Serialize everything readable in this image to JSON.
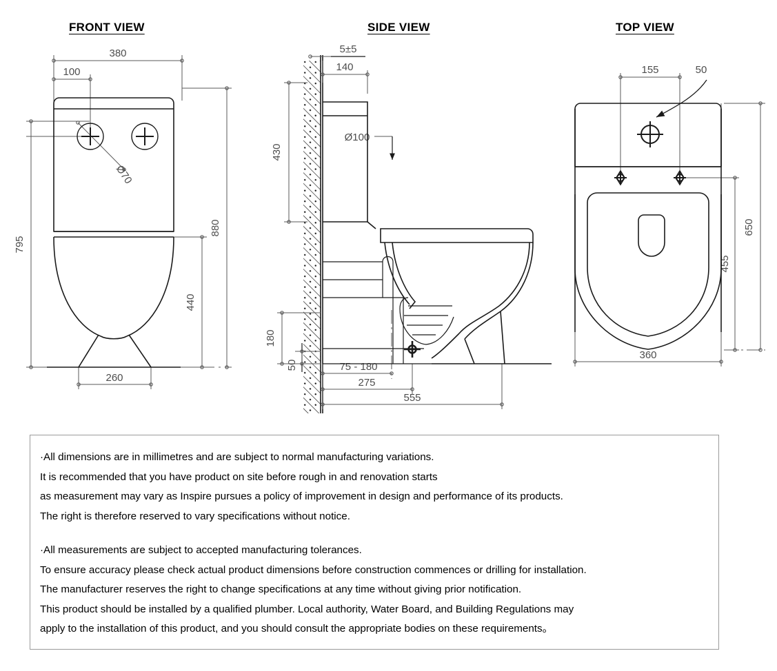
{
  "sheet": {
    "units_note": "millimetres",
    "background": "#ffffff",
    "line_color": "#000000",
    "dimension_color": "#595959"
  },
  "views": [
    {
      "id": "front",
      "title": "FRONT VIEW"
    },
    {
      "id": "side",
      "title": "SIDE VIEW"
    },
    {
      "id": "top",
      "title": "TOP VIEW"
    }
  ],
  "dimensions": {
    "front": {
      "width_overall": "380",
      "button_offset": "100",
      "button_dia": "Ø70",
      "height_overall": "795",
      "height_seat_to_top": "880",
      "bowl_height": "440",
      "foot_width": "260"
    },
    "side": {
      "wall_gap": "5±5",
      "cistern_depth": "140",
      "cistern_height": "430",
      "waste_dia": "Ø100",
      "waste_height": "180",
      "floor_offset": "50",
      "waste_range": "75 - 180",
      "bolt_centre": "275",
      "overall_depth": "555"
    },
    "top": {
      "bolt_spacing": "155",
      "flush_hole": "50",
      "overall_length": "650",
      "seat_length": "455",
      "overall_width": "360"
    }
  },
  "notes": {
    "group_one": [
      "·All dimensions are in millimetres and are subject to normal manufacturing variations.",
      "It is recommended that you have product on site before rough in and renovation starts",
      "as measurement may vary as Inspire pursues a policy of improvement in design and performance of its products.",
      "The right is therefore reserved to vary specifications without notice."
    ],
    "group_two": [
      "·All measurements are subject to accepted manufacturing tolerances.",
      "To ensure accuracy please check actual product dimensions before construction commences or drilling for installation.",
      "The manufacturer reserves the right to change specifications at any time without giving prior notification.",
      "This product should be installed by a qualified plumber. Local authority, Water Board, and Building Regulations may",
      "apply to the installation of this product, and you should consult the appropriate bodies on these requirements。"
    ]
  }
}
